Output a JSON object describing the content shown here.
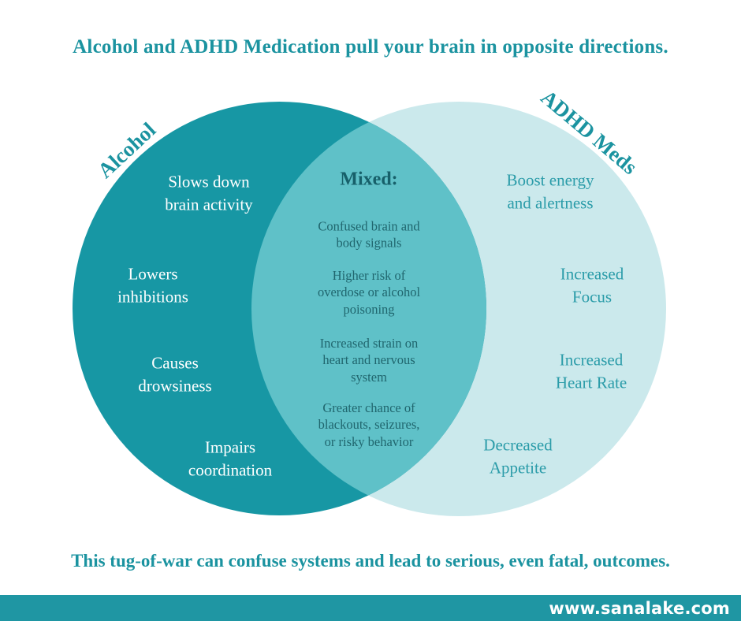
{
  "title": "Alcohol and ADHD Medication pull your brain in opposite directions.",
  "colors": {
    "accent": "#1B93A0",
    "left_circle": "#1797A4",
    "right_circle": "#CBE9EC",
    "overlap": "#5FC1C8",
    "left_text": "#FFFFFF",
    "right_text": "#2B9CA9",
    "overlap_text": "#20666E",
    "mixed_heading": "#17606A",
    "footer_bar": "#1F96A3",
    "footer_text": "#FFFFFF"
  },
  "venn": {
    "left_label": "Alcohol",
    "right_label": "ADHD Meds",
    "left_items": [
      "Slows down\nbrain activity",
      "Lowers\ninhibitions",
      "Causes\ndrowsiness",
      "Impairs\ncoordination"
    ],
    "overlap_heading": "Mixed:",
    "overlap_items": [
      "Confused brain and\nbody signals",
      "Higher risk of\noverdose or alcohol\npoisoning",
      "Increased strain on\nheart and nervous\nsystem",
      "Greater chance of\nblackouts, seizures,\nor risky behavior"
    ],
    "right_items": [
      "Boost energy\nand alertness",
      "Increased\nFocus",
      "Increased\nHeart Rate",
      "Decreased\nAppetite"
    ]
  },
  "footer": {
    "tagline": "This tug-of-war can confuse systems and lead to serious, even fatal, outcomes.",
    "website": "www.sanalake.com"
  }
}
